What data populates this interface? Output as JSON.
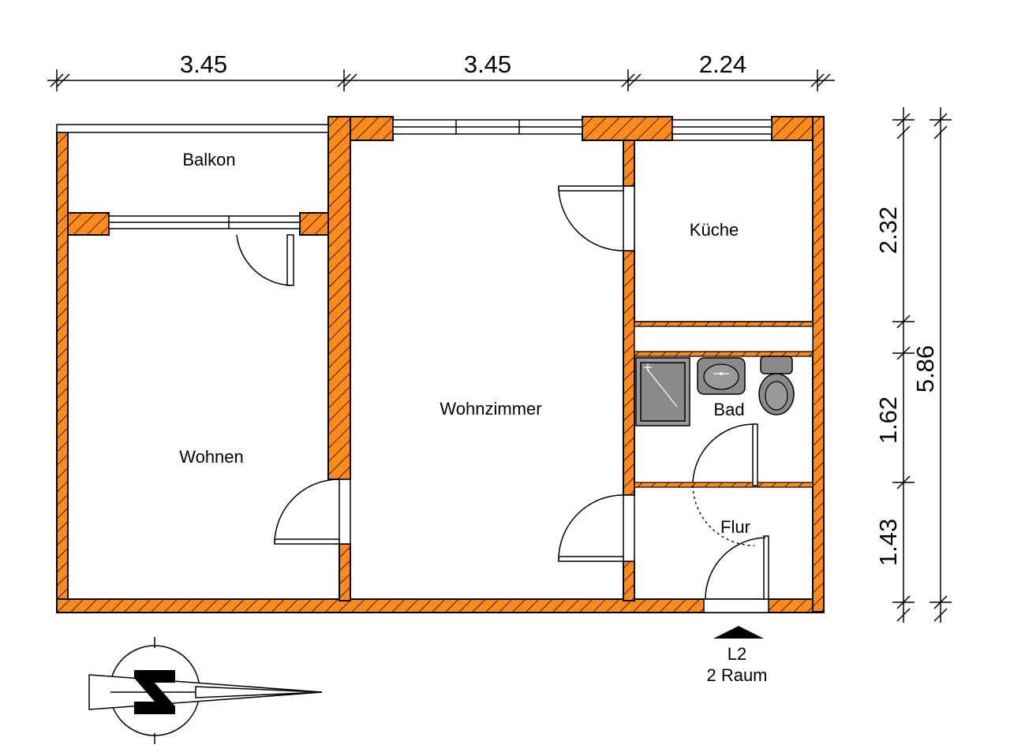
{
  "dimensions": {
    "top": [
      "3.45",
      "3.45",
      "2.24"
    ],
    "right_segments": [
      "2.32",
      "1.62",
      "1.43"
    ],
    "right_total": "5.86"
  },
  "rooms": {
    "balkon": "Balkon",
    "wohnen": "Wohnen",
    "wohnzimmer": "Wohnzimmer",
    "kueche": "Küche",
    "bad": "Bad",
    "flur": "Flur"
  },
  "entrance": {
    "line1": "L2",
    "line2": "2 Raum"
  },
  "colors": {
    "wall_fill": "#ff8c1a",
    "fixture_fill": "#8a8a8a"
  },
  "compass_icon": "north-arrow-icon"
}
